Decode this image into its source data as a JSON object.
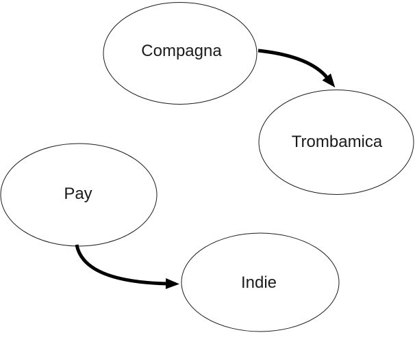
{
  "diagram": {
    "background_color": "#ffffff",
    "ink_color": "#000000",
    "nodes": [
      {
        "id": "compagna",
        "label": "Compagna",
        "shape": "ellipse"
      },
      {
        "id": "trombamica",
        "label": "Trombamica",
        "shape": "ellipse"
      },
      {
        "id": "pay",
        "label": "Pay",
        "shape": "ellipse"
      },
      {
        "id": "indie",
        "label": "Indie",
        "shape": "ellipse"
      }
    ],
    "edges": [
      {
        "from": "Compagna",
        "to": "Trombamica",
        "style": "thick-curved-arrow"
      },
      {
        "from": "Pay",
        "to": "Indie",
        "style": "thick-curved-arrow"
      }
    ]
  }
}
